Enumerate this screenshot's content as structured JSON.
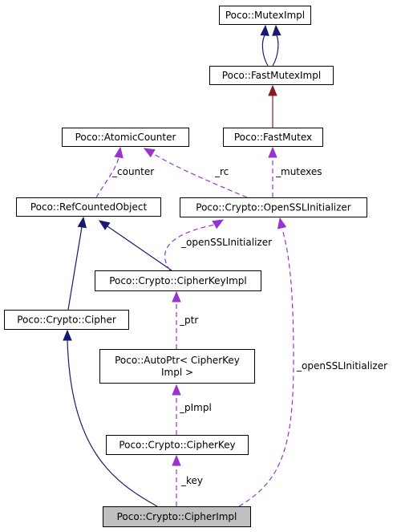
{
  "diagram": {
    "nodes": {
      "mutex_impl": {
        "lines": [
          "Poco::MutexImpl"
        ]
      },
      "fast_mutex_impl": {
        "lines": [
          "Poco::FastMutexImpl"
        ]
      },
      "atomic_counter": {
        "lines": [
          "Poco::AtomicCounter"
        ]
      },
      "fast_mutex": {
        "lines": [
          "Poco::FastMutex"
        ]
      },
      "ref_counted_object": {
        "lines": [
          "Poco::RefCountedObject"
        ]
      },
      "openssl_initializer": {
        "lines": [
          "Poco::Crypto::OpenSSLInitializer"
        ]
      },
      "cipher_key_impl": {
        "lines": [
          "Poco::Crypto::CipherKeyImpl"
        ]
      },
      "cipher": {
        "lines": [
          "Poco::Crypto::Cipher"
        ]
      },
      "auto_ptr": {
        "lines": [
          "Poco::AutoPtr< CipherKey",
          "Impl >"
        ]
      },
      "cipher_key": {
        "lines": [
          "Poco::Crypto::CipherKey"
        ]
      },
      "cipher_impl": {
        "lines": [
          "Poco::Crypto::CipherImpl"
        ]
      }
    },
    "edges": [
      {
        "id": "cipherimpl-cipher",
        "kind": "inheritance",
        "color": "#191970",
        "label": ""
      },
      {
        "id": "cipherimpl-cipherkey",
        "kind": "usage",
        "color": "#9a32cd",
        "label": "_key"
      },
      {
        "id": "cipherimpl-openssl",
        "kind": "usage",
        "color": "#9a32cd",
        "label": "_openSSLInitializer"
      },
      {
        "id": "cipherkey-autoptr",
        "kind": "usage",
        "color": "#9a32cd",
        "label": "_pImpl"
      },
      {
        "id": "autoptr-cipherkeyimpl",
        "kind": "usage",
        "color": "#9a32cd",
        "label": "_ptr"
      },
      {
        "id": "cipherkeyimpl-refcounted",
        "kind": "inheritance",
        "color": "#191970",
        "label": ""
      },
      {
        "id": "cipherkeyimpl-openssl",
        "kind": "usage",
        "color": "#9a32cd",
        "label": "_openSSLInitializer"
      },
      {
        "id": "cipher-refcounted",
        "kind": "inheritance",
        "color": "#191970",
        "label": ""
      },
      {
        "id": "refcounted-atomic",
        "kind": "usage",
        "color": "#9a32cd",
        "label": "_counter"
      },
      {
        "id": "openssl-atomic",
        "kind": "usage",
        "color": "#9a32cd",
        "label": "_rc"
      },
      {
        "id": "openssl-fastmutex",
        "kind": "usage",
        "color": "#9a32cd",
        "label": "_mutexes"
      },
      {
        "id": "fastmutex-fastmuteximpl",
        "kind": "inheritance",
        "color": "#8b1a1a",
        "label": ""
      },
      {
        "id": "fastmuteximpl-muteximpl-a",
        "kind": "inheritance",
        "color": "#191970",
        "label": ""
      },
      {
        "id": "fastmuteximpl-muteximpl-b",
        "kind": "inheritance",
        "color": "#191970",
        "label": ""
      }
    ]
  }
}
